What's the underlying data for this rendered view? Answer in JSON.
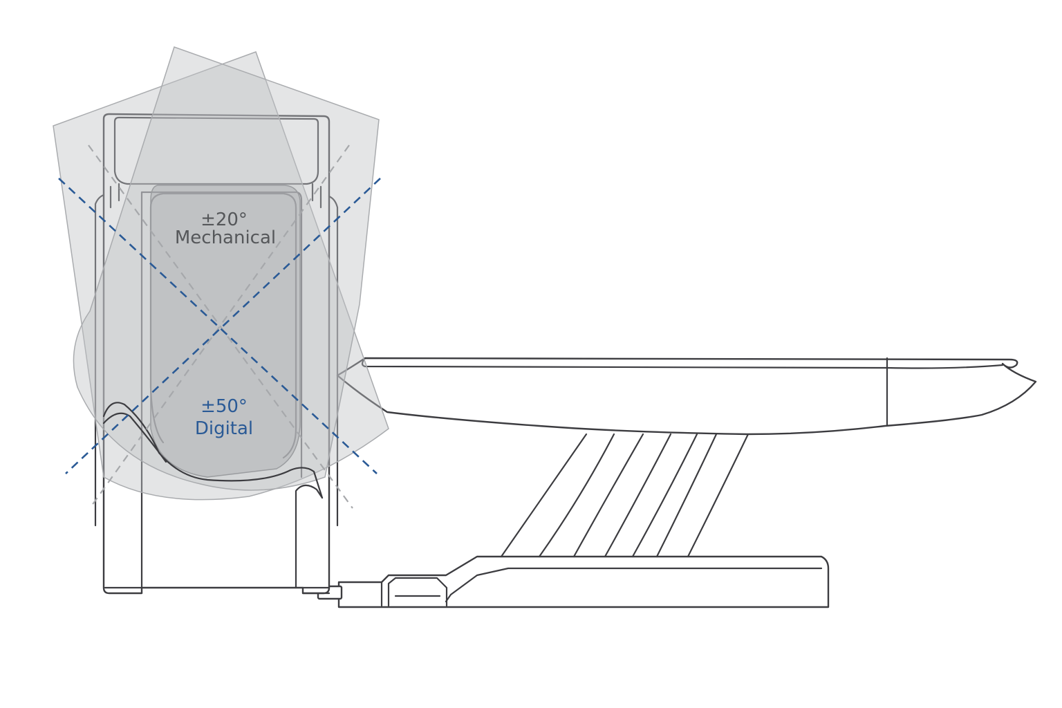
{
  "labels": {
    "mechanical_angle": "±20°",
    "mechanical_caption": "Mechanical",
    "digital_angle": "±50°",
    "digital_caption": "Digital"
  },
  "colors": {
    "mechanical_text": "#55575a",
    "digital_text": "#2a5a96",
    "grey_axis": "#a6a8ab",
    "blue_axis": "#2a5a96",
    "outline": "#3c3c40"
  }
}
